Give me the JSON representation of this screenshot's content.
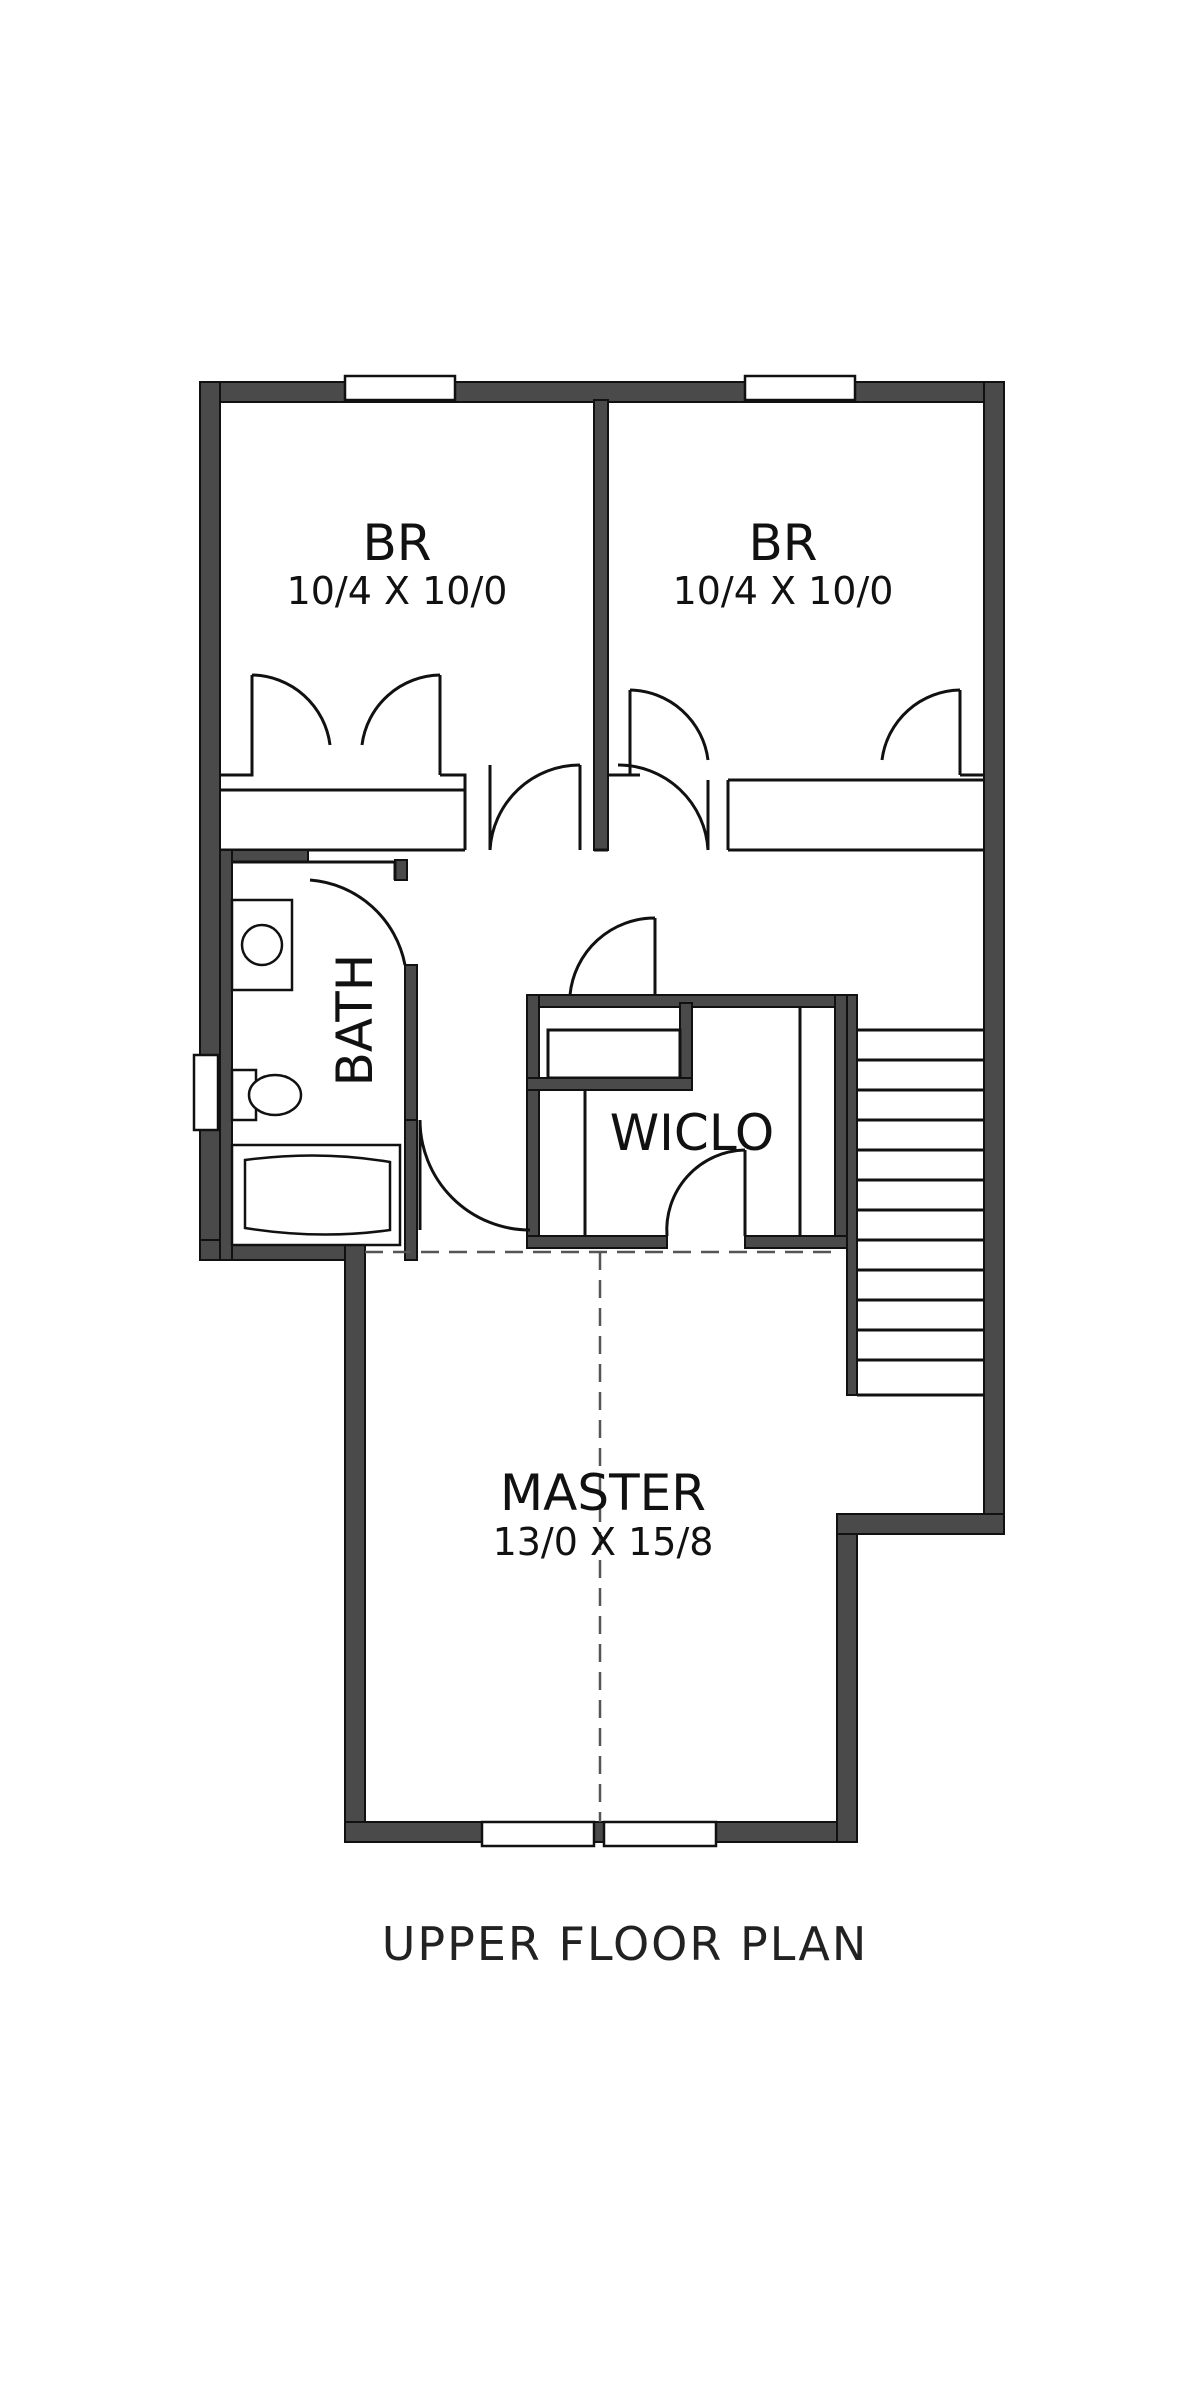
{
  "plan": {
    "rooms": [
      {
        "id": "br_left",
        "name": "BR",
        "dimensions": "10/4 X 10/0"
      },
      {
        "id": "br_right",
        "name": "BR",
        "dimensions": "10/4 X 10/0"
      },
      {
        "id": "bath",
        "name": "BATH",
        "dimensions": ""
      },
      {
        "id": "wiclo",
        "name": "WICLO",
        "dimensions": ""
      },
      {
        "id": "master",
        "name": "MASTER",
        "dimensions": "13/0 X 15/8"
      }
    ],
    "caption": "UPPER FLOOR PLAN"
  },
  "colors": {
    "wall_fill": "#4a4a4a",
    "line": "#111111",
    "background": "#ffffff"
  },
  "icons": [
    "sink-icon",
    "toilet-icon",
    "bathtub-icon",
    "door-swing-icon",
    "stair-icon",
    "window-icon"
  ]
}
